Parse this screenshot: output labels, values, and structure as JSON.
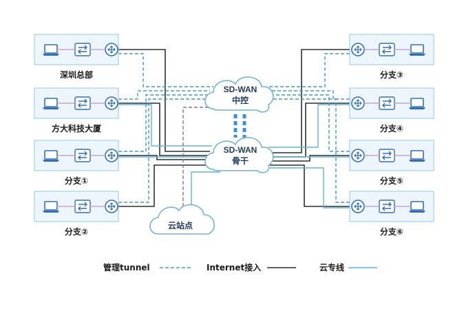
{
  "colors": {
    "management_tunnel": "#3a9ad9",
    "internet_access": "#2b2f3a",
    "cloud_private_line": "#5ab6e6",
    "site_fill": "#eef6fd",
    "site_border": "#8dc8ec",
    "cloud_fill": "#ffffff",
    "cloud_border": "#6fb3e0",
    "accent_blue": "#2f6fc1"
  },
  "clouds": {
    "controller": {
      "line1": "SD-WAN",
      "line2": "中控"
    },
    "backbone": {
      "line1": "SD-WAN",
      "line2": "骨干"
    },
    "cloud_site": {
      "label": "云站点"
    }
  },
  "left_sites": [
    {
      "label": "深圳总部",
      "icons": [
        "laptop-icon",
        "switch-icon",
        "router-icon"
      ]
    },
    {
      "label": "方大科技大厦",
      "icons": [
        "laptop-icon",
        "switch-icon",
        "router-icon"
      ]
    },
    {
      "label": "分支①",
      "icons": [
        "laptop-icon",
        "switch-icon",
        "router-icon"
      ]
    },
    {
      "label": "分支②",
      "icons": [
        "laptop-icon",
        "switch-icon",
        "router-icon"
      ]
    }
  ],
  "right_sites": [
    {
      "label": "分支③",
      "icons": [
        "router-icon",
        "switch-icon",
        "laptop-icon"
      ]
    },
    {
      "label": "分支④",
      "icons": [
        "router-icon",
        "switch-icon",
        "laptop-icon"
      ]
    },
    {
      "label": "分支⑤",
      "icons": [
        "router-icon",
        "switch-icon",
        "laptop-icon"
      ]
    },
    {
      "label": "分支⑥",
      "icons": [
        "router-icon",
        "switch-icon",
        "laptop-icon"
      ]
    }
  ],
  "legend": {
    "management_tunnel": "管理tunnel",
    "internet_access": "Internet接入",
    "cloud_private_line": "云专线"
  }
}
